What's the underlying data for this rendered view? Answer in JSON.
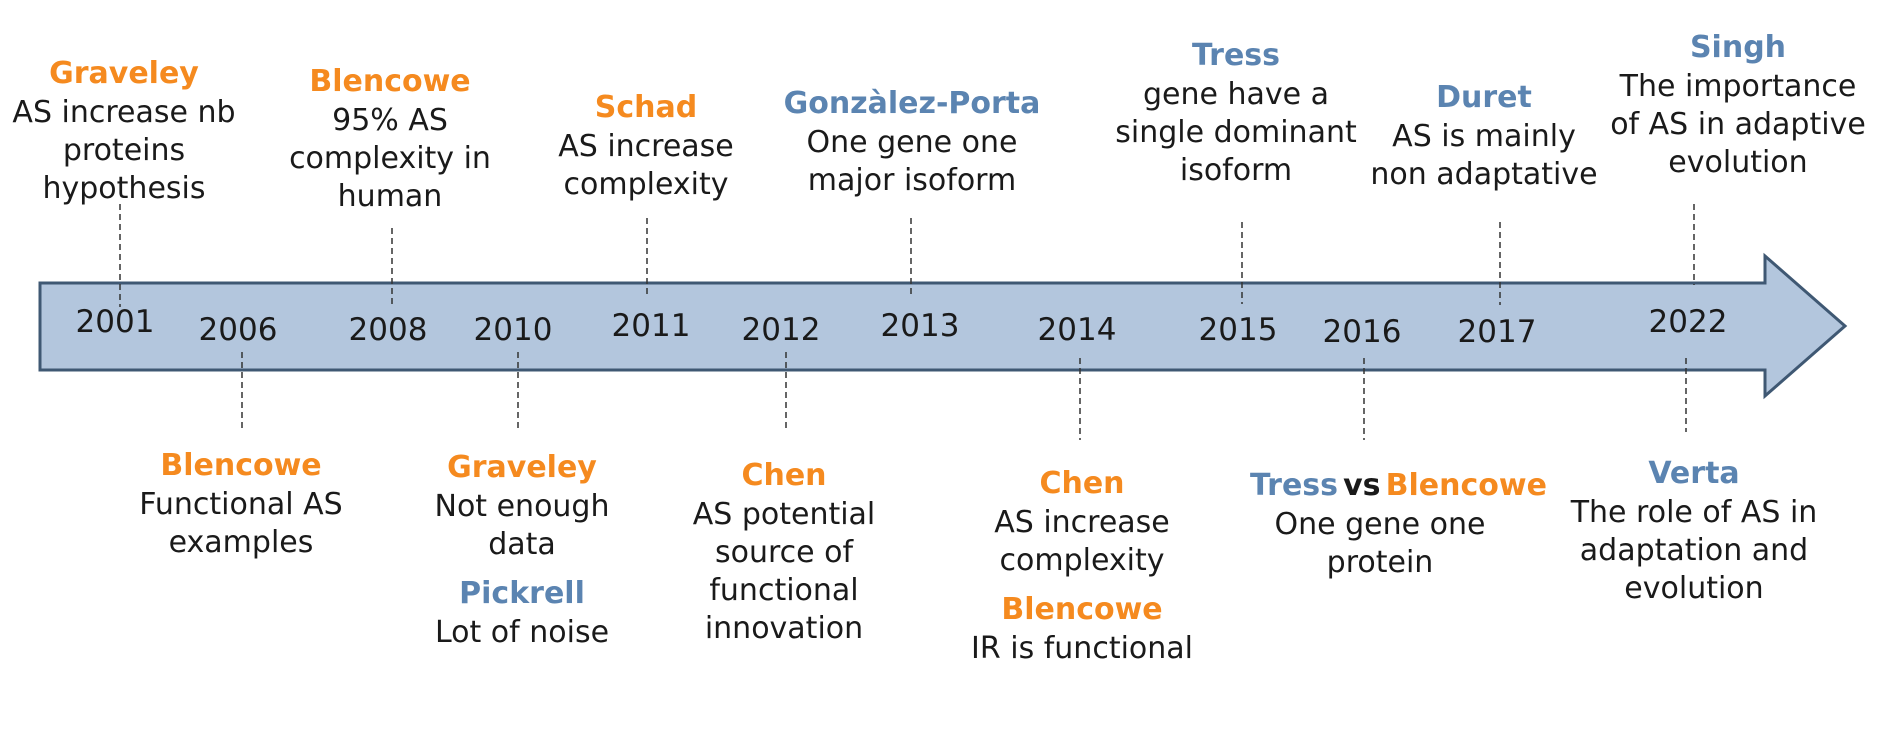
{
  "colors": {
    "arrow_fill": "#b3c6dd",
    "arrow_stroke": "#3f5873",
    "orange": "#f58a1f",
    "blue": "#5b84b1"
  },
  "years": [
    "2001",
    "2006",
    "2008",
    "2010",
    "2011",
    "2012",
    "2013",
    "2014",
    "2015",
    "2016",
    "2017",
    "2022"
  ],
  "events_top": [
    {
      "year": "2001",
      "entries": [
        {
          "authors": [
            {
              "name": "Graveley",
              "color": "orange"
            }
          ],
          "text": [
            "AS increase nb",
            "proteins",
            "hypothesis"
          ]
        }
      ]
    },
    {
      "year": "2008",
      "entries": [
        {
          "authors": [
            {
              "name": "Blencowe",
              "color": "orange"
            }
          ],
          "text": [
            "95% AS",
            "complexity in",
            "human"
          ]
        }
      ]
    },
    {
      "year": "2011",
      "entries": [
        {
          "authors": [
            {
              "name": "Schad",
              "color": "orange"
            }
          ],
          "text": [
            "AS increase",
            "complexity"
          ]
        }
      ]
    },
    {
      "year": "2013",
      "entries": [
        {
          "authors": [
            {
              "name": "Gonzàlez-Porta",
              "color": "blue"
            }
          ],
          "text": [
            "One gene one",
            "major isoform"
          ]
        }
      ]
    },
    {
      "year": "2015",
      "entries": [
        {
          "authors": [
            {
              "name": "Tress",
              "color": "blue"
            }
          ],
          "text": [
            "gene have a",
            "single dominant",
            "isoform"
          ]
        }
      ]
    },
    {
      "year": "2017",
      "entries": [
        {
          "authors": [
            {
              "name": "Duret",
              "color": "blue"
            }
          ],
          "text": [
            "AS is mainly",
            "non adaptative"
          ]
        }
      ]
    },
    {
      "year": "2022",
      "entries": [
        {
          "authors": [
            {
              "name": "Singh",
              "color": "blue"
            }
          ],
          "text": [
            "The importance",
            "of AS in adaptive",
            "evolution"
          ]
        }
      ]
    }
  ],
  "events_bottom": [
    {
      "year": "2006",
      "entries": [
        {
          "authors": [
            {
              "name": "Blencowe",
              "color": "orange"
            }
          ],
          "text": [
            "Functional AS",
            "examples"
          ]
        }
      ]
    },
    {
      "year": "2010",
      "entries": [
        {
          "authors": [
            {
              "name": "Graveley",
              "color": "orange"
            }
          ],
          "text": [
            "Not enough",
            "data"
          ]
        },
        {
          "authors": [
            {
              "name": "Pickrell",
              "color": "blue"
            }
          ],
          "text": [
            "Lot of noise"
          ]
        }
      ]
    },
    {
      "year": "2012",
      "entries": [
        {
          "authors": [
            {
              "name": "Chen",
              "color": "orange"
            }
          ],
          "text": [
            "AS potential",
            "source of",
            "functional",
            "innovation"
          ]
        }
      ]
    },
    {
      "year": "2014",
      "entries": [
        {
          "authors": [
            {
              "name": "Chen",
              "color": "orange"
            }
          ],
          "text": [
            "AS increase",
            "complexity"
          ]
        },
        {
          "authors": [
            {
              "name": "Blencowe",
              "color": "orange"
            }
          ],
          "text": [
            "IR is functional"
          ]
        }
      ]
    },
    {
      "year": "2016",
      "entries": [
        {
          "authors": [
            {
              "name": "Tress",
              "color": "blue"
            },
            {
              "name": "vs",
              "color": "dark"
            },
            {
              "name": "Blencowe",
              "color": "orange"
            }
          ],
          "text": [
            "One gene one",
            "protein"
          ]
        }
      ]
    },
    {
      "year": "2022",
      "entries": [
        {
          "authors": [
            {
              "name": "Verta",
              "color": "blue"
            }
          ],
          "text": [
            "The role of AS in",
            "adaptation and",
            "evolution"
          ]
        }
      ]
    }
  ]
}
